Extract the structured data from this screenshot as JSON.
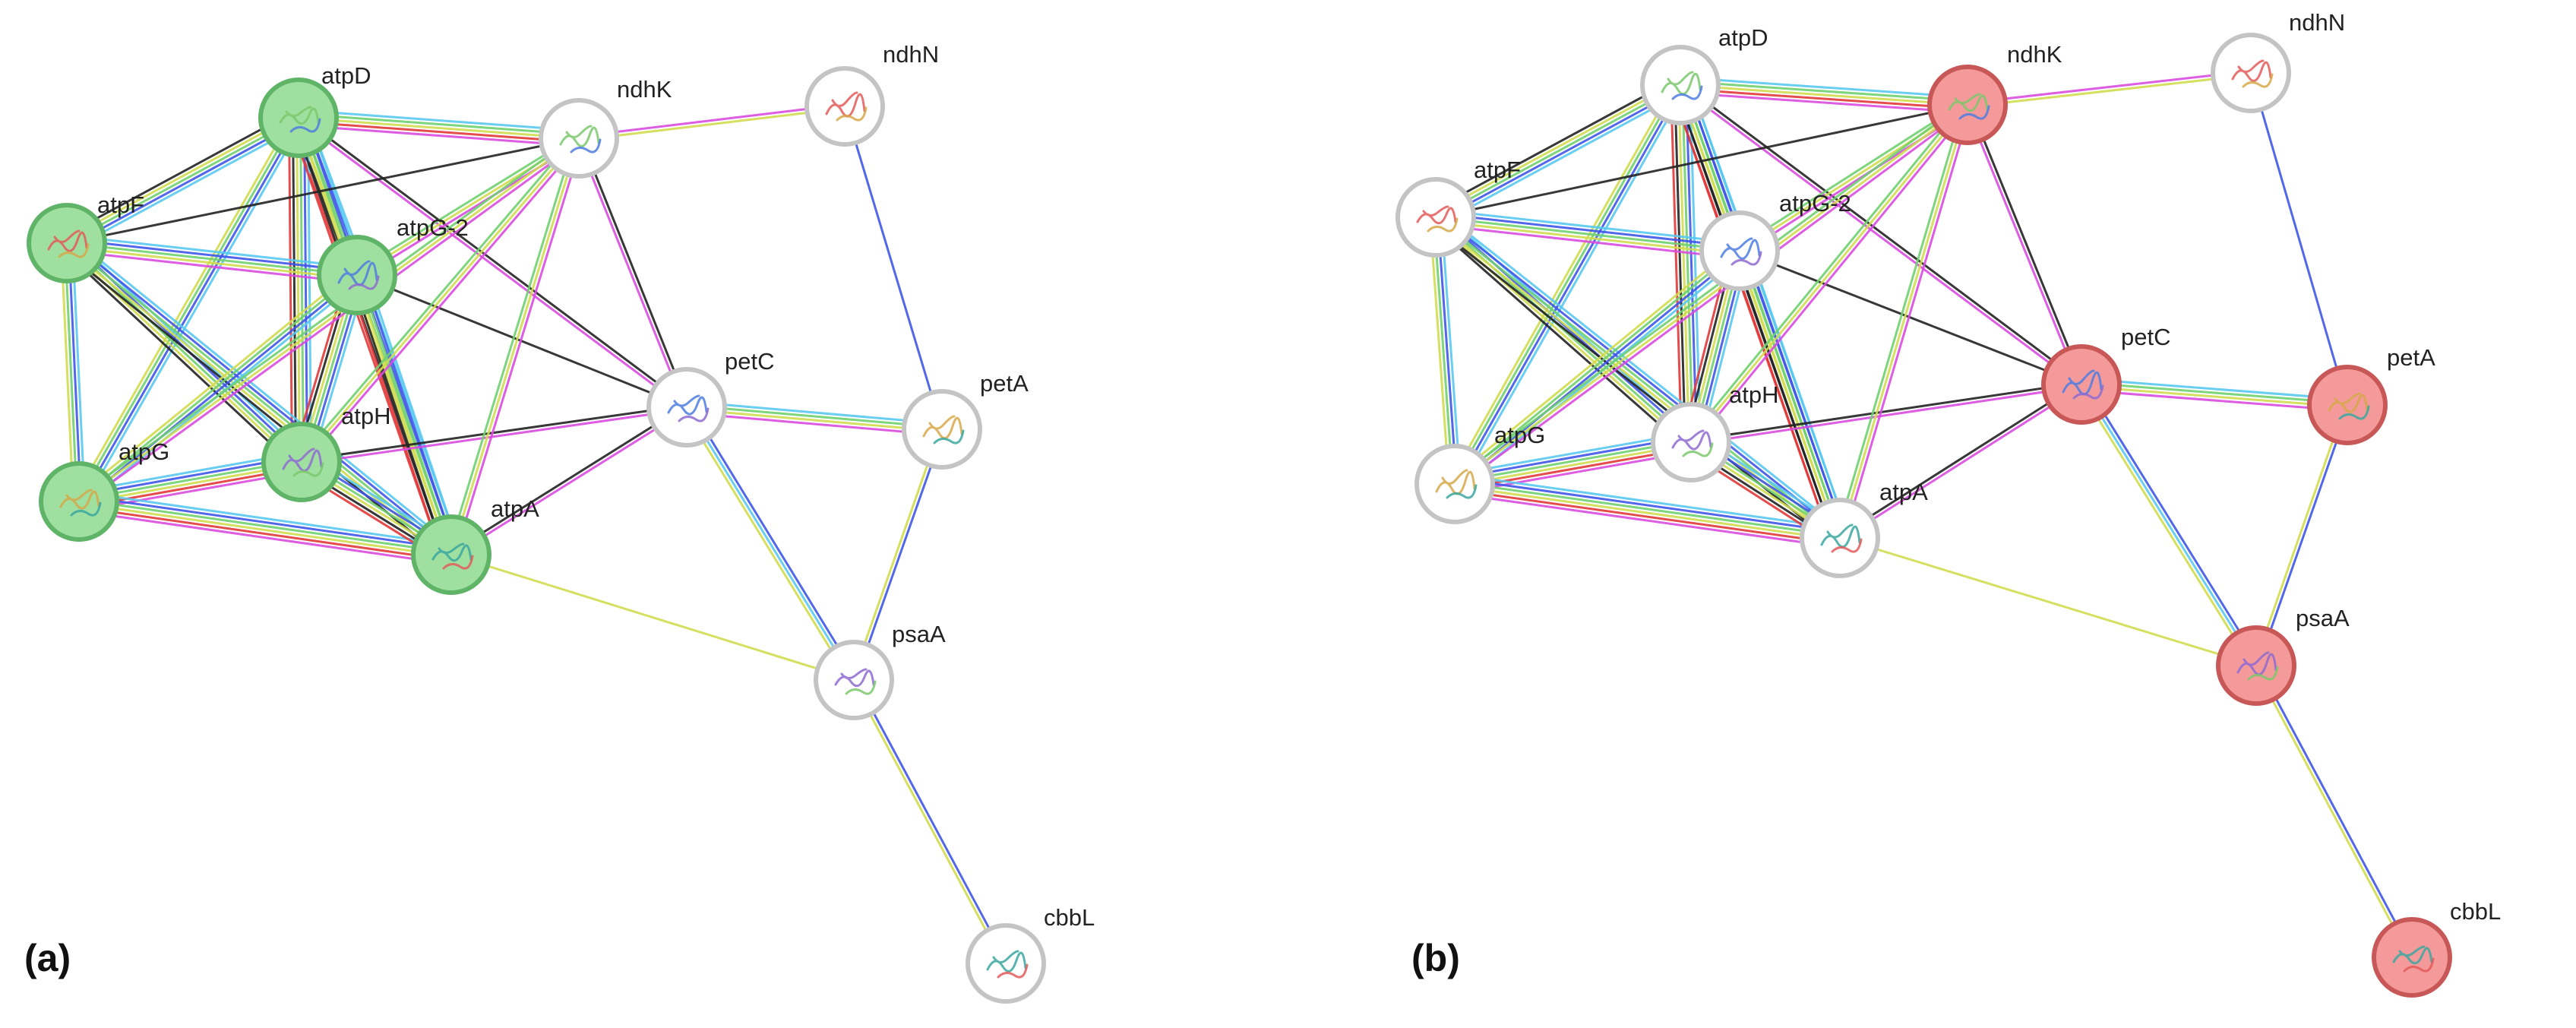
{
  "panels": [
    {
      "id": "a",
      "label": "(a)",
      "highlight_fill": "#9fe0a0",
      "highlight_stroke": "#5fb468",
      "highlighted": [
        "atpD",
        "atpF",
        "atpG-2",
        "atpG",
        "atpH",
        "atpA"
      ]
    },
    {
      "id": "b",
      "label": "(b)",
      "highlight_fill": "#f59a9a",
      "highlight_stroke": "#c85858",
      "highlighted": [
        "ndhK",
        "petC",
        "petA",
        "psaA",
        "cbbL"
      ]
    }
  ],
  "nodes": [
    {
      "id": "atpD",
      "label": "atpD"
    },
    {
      "id": "atpF",
      "label": "atpF"
    },
    {
      "id": "atpG-2",
      "label": "atpG-2"
    },
    {
      "id": "atpG",
      "label": "atpG"
    },
    {
      "id": "atpH",
      "label": "atpH"
    },
    {
      "id": "atpA",
      "label": "atpA"
    },
    {
      "id": "ndhK",
      "label": "ndhK"
    },
    {
      "id": "ndhN",
      "label": "ndhN"
    },
    {
      "id": "petC",
      "label": "petC"
    },
    {
      "id": "petA",
      "label": "petA"
    },
    {
      "id": "psaA",
      "label": "psaA"
    },
    {
      "id": "cbbL",
      "label": "cbbL"
    }
  ],
  "edges": [
    {
      "source": "atpD",
      "target": "atpF",
      "types": [
        "#59c9f0",
        "#3f57e8",
        "#6fd06f",
        "#d0db4f",
        "#222222"
      ]
    },
    {
      "source": "atpD",
      "target": "atpG-2",
      "types": [
        "#59c9f0",
        "#3f57e8",
        "#6fd06f",
        "#d0db4f",
        "#222222",
        "#e23a3a"
      ]
    },
    {
      "source": "atpD",
      "target": "atpG",
      "types": [
        "#59c9f0",
        "#3f57e8",
        "#6fd06f",
        "#d0db4f"
      ]
    },
    {
      "source": "atpD",
      "target": "atpH",
      "types": [
        "#59c9f0",
        "#3f57e8",
        "#6fd06f",
        "#d0db4f",
        "#222222",
        "#e23a3a"
      ]
    },
    {
      "source": "atpD",
      "target": "atpA",
      "types": [
        "#59c9f0",
        "#3f57e8",
        "#6fd06f",
        "#d0db4f",
        "#222222",
        "#e23a3a"
      ]
    },
    {
      "source": "atpD",
      "target": "ndhK",
      "types": [
        "#59c9f0",
        "#6fd06f",
        "#d0db4f",
        "#e23a3a",
        "#d94be0"
      ]
    },
    {
      "source": "atpD",
      "target": "petC",
      "types": [
        "#222222",
        "#d94be0"
      ]
    },
    {
      "source": "atpF",
      "target": "atpG-2",
      "types": [
        "#59c9f0",
        "#3f57e8",
        "#6fd06f",
        "#d0db4f",
        "#d94be0"
      ]
    },
    {
      "source": "atpF",
      "target": "atpG",
      "types": [
        "#59c9f0",
        "#3f57e8",
        "#6fd06f",
        "#d0db4f"
      ]
    },
    {
      "source": "atpF",
      "target": "atpH",
      "types": [
        "#59c9f0",
        "#3f57e8",
        "#6fd06f",
        "#d0db4f",
        "#222222"
      ]
    },
    {
      "source": "atpF",
      "target": "atpA",
      "types": [
        "#59c9f0",
        "#3f57e8",
        "#6fd06f",
        "#d0db4f",
        "#222222"
      ]
    },
    {
      "source": "atpF",
      "target": "ndhK",
      "types": [
        "#222222"
      ]
    },
    {
      "source": "atpG-2",
      "target": "atpG",
      "types": [
        "#59c9f0",
        "#3f57e8",
        "#6fd06f",
        "#d0db4f"
      ]
    },
    {
      "source": "atpG-2",
      "target": "atpH",
      "types": [
        "#59c9f0",
        "#3f57e8",
        "#6fd06f",
        "#d0db4f",
        "#222222",
        "#e23a3a"
      ]
    },
    {
      "source": "atpG-2",
      "target": "atpA",
      "types": [
        "#59c9f0",
        "#3f57e8",
        "#6fd06f",
        "#d0db4f",
        "#222222",
        "#e23a3a"
      ]
    },
    {
      "source": "atpG-2",
      "target": "ndhK",
      "types": [
        "#6fd06f",
        "#d0db4f",
        "#d94be0"
      ]
    },
    {
      "source": "atpG-2",
      "target": "petC",
      "types": [
        "#222222"
      ]
    },
    {
      "source": "atpG",
      "target": "atpH",
      "types": [
        "#59c9f0",
        "#3f57e8",
        "#6fd06f",
        "#d0db4f",
        "#e23a3a",
        "#d94be0"
      ]
    },
    {
      "source": "atpG",
      "target": "atpA",
      "types": [
        "#59c9f0",
        "#3f57e8",
        "#6fd06f",
        "#d0db4f",
        "#e23a3a",
        "#d94be0"
      ]
    },
    {
      "source": "atpG",
      "target": "ndhK",
      "types": [
        "#6fd06f",
        "#d0db4f",
        "#d94be0"
      ]
    },
    {
      "source": "atpH",
      "target": "atpA",
      "types": [
        "#59c9f0",
        "#3f57e8",
        "#6fd06f",
        "#d0db4f",
        "#222222",
        "#e23a3a"
      ]
    },
    {
      "source": "atpH",
      "target": "ndhK",
      "types": [
        "#6fd06f",
        "#d0db4f",
        "#d94be0"
      ]
    },
    {
      "source": "atpH",
      "target": "petC",
      "types": [
        "#222222",
        "#d94be0"
      ]
    },
    {
      "source": "atpA",
      "target": "ndhK",
      "types": [
        "#6fd06f",
        "#d0db4f",
        "#d94be0"
      ]
    },
    {
      "source": "atpA",
      "target": "petC",
      "types": [
        "#222222",
        "#d94be0"
      ]
    },
    {
      "source": "atpA",
      "target": "psaA",
      "types": [
        "#d0db4f"
      ]
    },
    {
      "source": "ndhK",
      "target": "ndhN",
      "types": [
        "#d94be0",
        "#d0db4f"
      ]
    },
    {
      "source": "ndhK",
      "target": "petC",
      "types": [
        "#222222",
        "#d94be0"
      ]
    },
    {
      "source": "ndhN",
      "target": "petA",
      "types": [
        "#3f57e8"
      ]
    },
    {
      "source": "petC",
      "target": "petA",
      "types": [
        "#59c9f0",
        "#6fd06f",
        "#d0db4f",
        "#d94be0"
      ]
    },
    {
      "source": "petC",
      "target": "psaA",
      "types": [
        "#3f57e8",
        "#59c9f0",
        "#d0db4f"
      ]
    },
    {
      "source": "petA",
      "target": "psaA",
      "types": [
        "#3f57e8",
        "#d0db4f"
      ]
    },
    {
      "source": "psaA",
      "target": "cbbL",
      "types": [
        "#3f57e8",
        "#d0db4f"
      ]
    }
  ],
  "default_node_fill": "#ffffff",
  "default_node_stroke": "#c4c4c4"
}
